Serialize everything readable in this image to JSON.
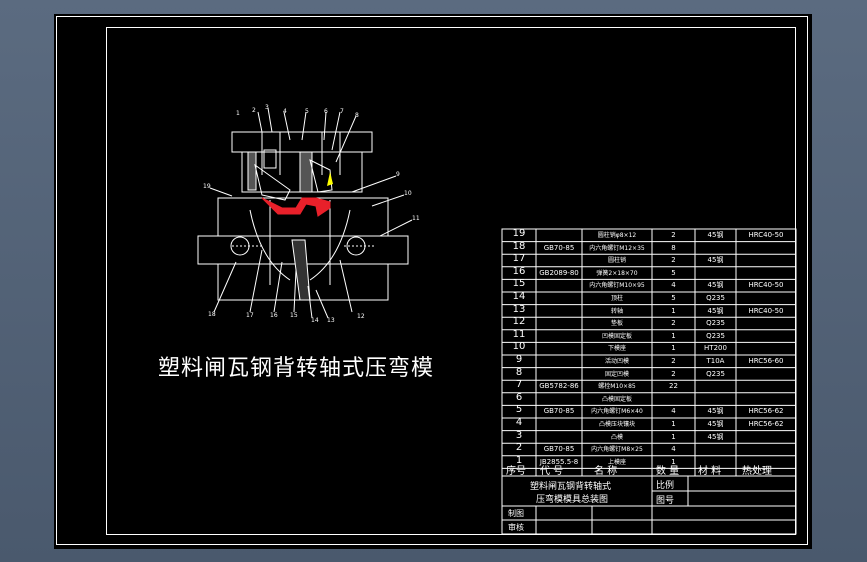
{
  "drawing_title": "塑料闸瓦钢背转轴式压弯模",
  "part_labels": [
    "1",
    "2",
    "3",
    "4",
    "5",
    "6",
    "7",
    "8",
    "9",
    "10",
    "11",
    "12",
    "13",
    "14",
    "15",
    "16",
    "17",
    "18",
    "19"
  ],
  "bom": {
    "rows": [
      {
        "no": "19",
        "code": "",
        "name": "圆柱销φ8×12",
        "qty": "2",
        "material": "45钢",
        "heat": "HRC40-50"
      },
      {
        "no": "18",
        "code": "GB70-85",
        "name": "内六角螺钉M12×35",
        "qty": "8",
        "material": "",
        "heat": ""
      },
      {
        "no": "17",
        "code": "",
        "name": "圆柱销",
        "qty": "2",
        "material": "45钢",
        "heat": ""
      },
      {
        "no": "16",
        "code": "GB2089-80",
        "name": "弹簧2×18×70",
        "qty": "5",
        "material": "",
        "heat": ""
      },
      {
        "no": "15",
        "code": "",
        "name": "内六角螺钉M10×95",
        "qty": "4",
        "material": "45钢",
        "heat": "HRC40-50"
      },
      {
        "no": "14",
        "code": "",
        "name": "顶柱",
        "qty": "5",
        "material": "Q235",
        "heat": ""
      },
      {
        "no": "13",
        "code": "",
        "name": "转轴",
        "qty": "1",
        "material": "45钢",
        "heat": "HRC40-50"
      },
      {
        "no": "12",
        "code": "",
        "name": "垫板",
        "qty": "2",
        "material": "Q235",
        "heat": ""
      },
      {
        "no": "11",
        "code": "",
        "name": "凹模固定板",
        "qty": "1",
        "material": "Q235",
        "heat": ""
      },
      {
        "no": "10",
        "code": "",
        "name": "下模座",
        "qty": "1",
        "material": "HT200",
        "heat": ""
      },
      {
        "no": "9",
        "code": "",
        "name": "活动凹模",
        "qty": "2",
        "material": "T10A",
        "heat": "HRC56-60"
      },
      {
        "no": "8",
        "code": "",
        "name": "固定凹模",
        "qty": "2",
        "material": "Q235",
        "heat": ""
      },
      {
        "no": "7",
        "code": "GB5782-86",
        "name": "螺栓M10×85",
        "qty": "22",
        "material": "",
        "heat": ""
      },
      {
        "no": "6",
        "code": "",
        "name": "凸模固定板",
        "qty": "",
        "material": "",
        "heat": ""
      },
      {
        "no": "5",
        "code": "GB70-85",
        "name": "内六角螺钉M6×40",
        "qty": "4",
        "material": "45钢",
        "heat": "HRC56-62"
      },
      {
        "no": "4",
        "code": "",
        "name": "凸模压块镶块",
        "qty": "1",
        "material": "45钢",
        "heat": "HRC56-62"
      },
      {
        "no": "3",
        "code": "",
        "name": "凸模",
        "qty": "1",
        "material": "45钢",
        "heat": ""
      },
      {
        "no": "2",
        "code": "GB70-85",
        "name": "内六角螺钉M8×25",
        "qty": "4",
        "material": "",
        "heat": ""
      },
      {
        "no": "1",
        "code": "JB2855.5-8",
        "name": "上模座",
        "qty": "1",
        "material": "",
        "heat": ""
      }
    ],
    "headers": {
      "no": "序号",
      "code": "代 号",
      "name": "名 称",
      "qty": "数 量",
      "material": "材 料",
      "heat": "热处理"
    }
  },
  "title_block": {
    "name_line1": "塑料闸瓦钢背转轴式",
    "name_line2": "压弯模模具总装图",
    "scale_label": "比例",
    "drawing_no_label": "图号",
    "drawn_label": "制图",
    "checked_label": "审核"
  },
  "colors": {
    "background": "#000000",
    "lines": "#ffffff",
    "accent": "#e8202a",
    "highlight": "#ffff00"
  }
}
